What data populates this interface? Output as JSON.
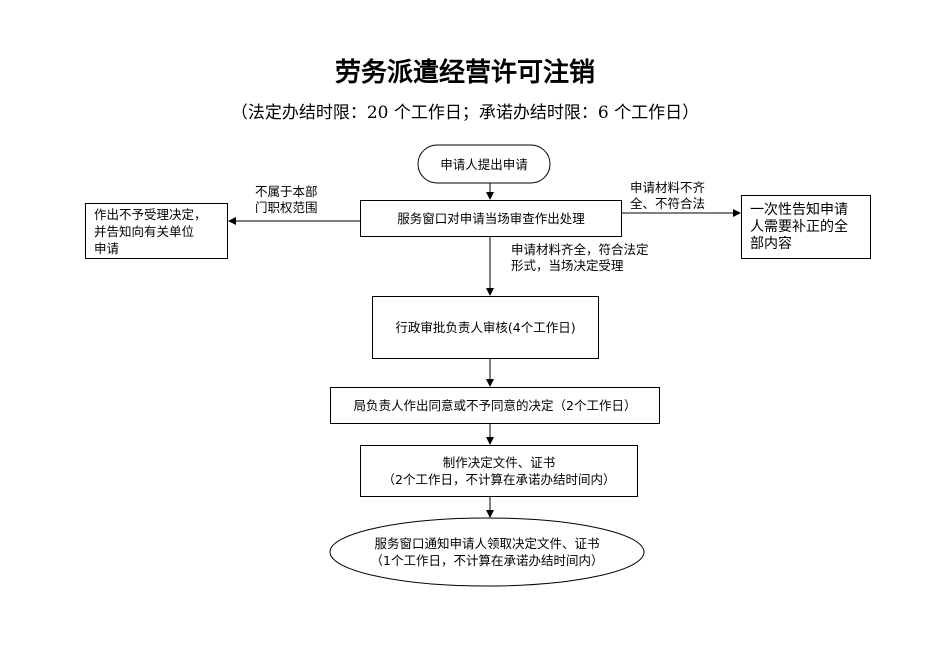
{
  "title": "劳务派遣经营许可注销",
  "subtitle": "（法定办结时限：20 个工作日；承诺办结时限：6 个工作日）",
  "nodes": {
    "start": "申请人提出申请",
    "review": "服务窗口对申请当场审查作出处理",
    "reject": [
      "作出不予受理决定，",
      "并告知向有关单位",
      "申请"
    ],
    "notify": [
      "一次性告知申请",
      "人需要补正的全",
      "部内容"
    ],
    "approve": "行政审批负责人审核(4个工作日)",
    "decide": "局负责人作出同意或不予同意的决定（2个工作日）",
    "produce": [
      "制作决定文件、证书",
      "（2个工作日，不计算在承诺办结时间内）"
    ],
    "finish": [
      "服务窗口通知申请人领取决定文件、证书",
      "（1个工作日，不计算在承诺办结时间内）"
    ]
  },
  "edges": {
    "left": [
      "不属于本部",
      "门职权范围"
    ],
    "right": [
      "申请材料不齐",
      "全、不符合法"
    ],
    "down": [
      "申请材料齐全，符合法定",
      "形式，当场决定受理"
    ]
  }
}
